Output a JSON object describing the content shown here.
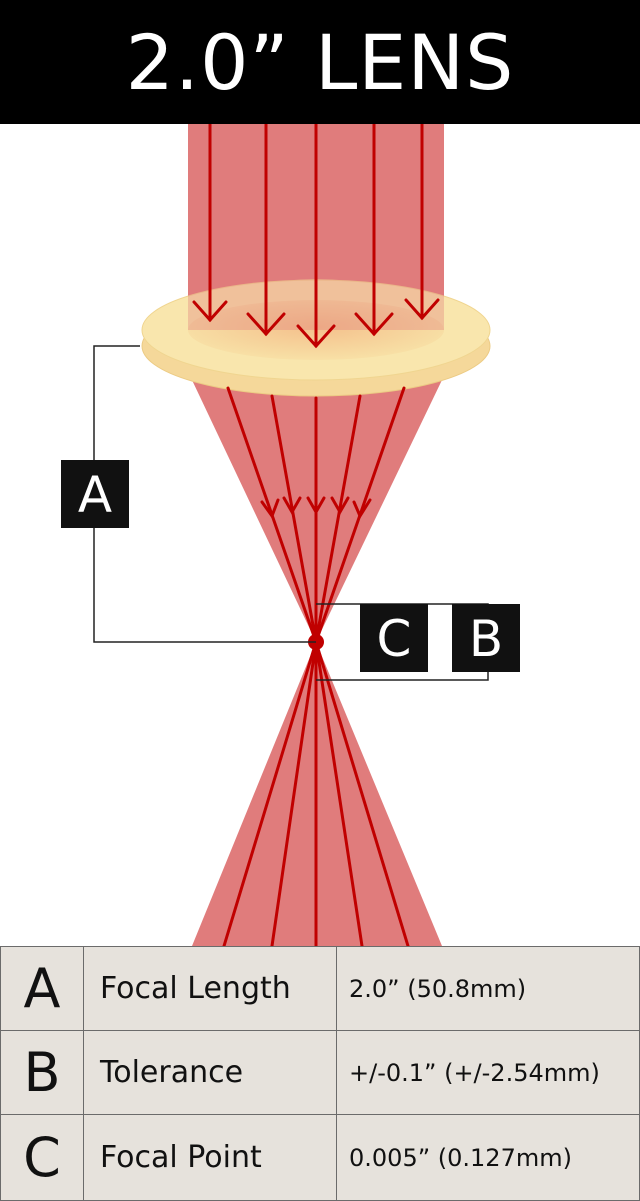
{
  "header": {
    "title": "2.0” LENS"
  },
  "diagram": {
    "labels": {
      "a": "A",
      "b": "B",
      "c": "C"
    },
    "colors": {
      "beam": "#e07c7c",
      "ray": "#c00000",
      "lens_rim": "#f7dfa0",
      "lens_center": "#f2b27a"
    }
  },
  "specs": [
    {
      "letter": "A",
      "name": "Focal Length",
      "value": "2.0” (50.8mm)"
    },
    {
      "letter": "B",
      "name": "Tolerance",
      "value": "+/-0.1” (+/-2.54mm)"
    },
    {
      "letter": "C",
      "name": "Focal Point",
      "value": "0.005” (0.127mm)"
    }
  ]
}
